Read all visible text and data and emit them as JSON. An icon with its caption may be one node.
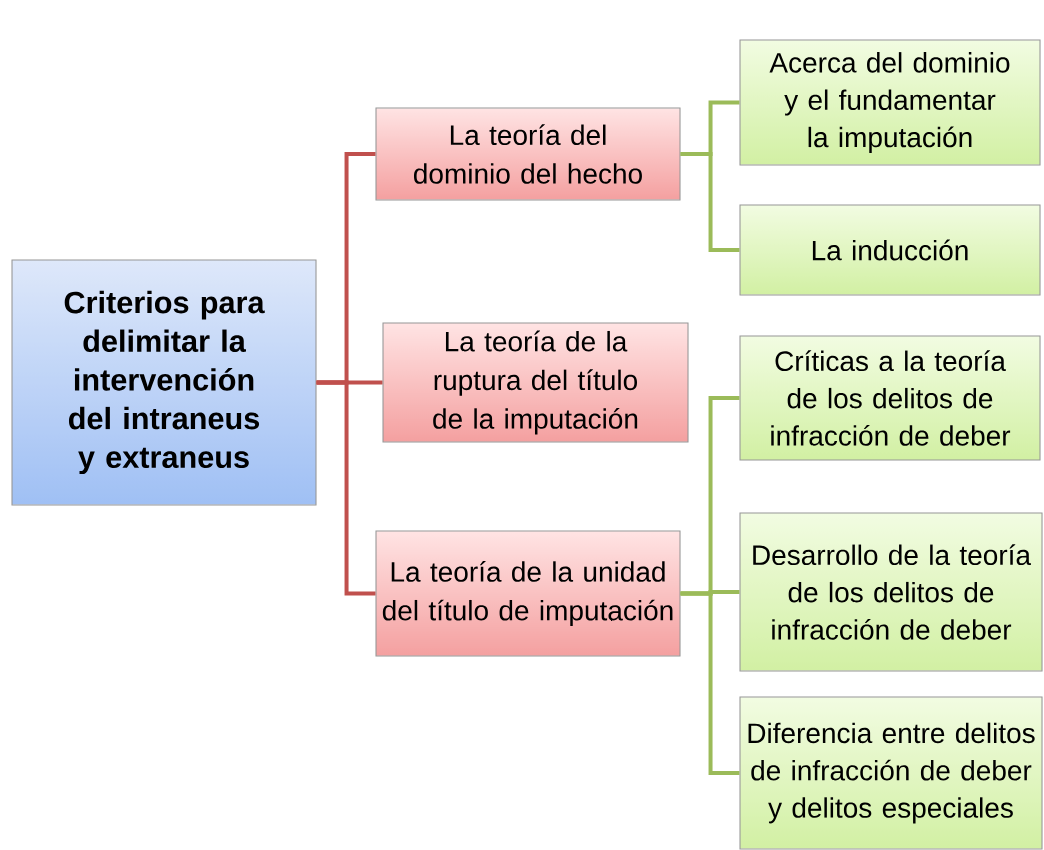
{
  "diagram": {
    "nodes": [
      {
        "text": [
          "Criterios para delimitar la intervención del intraneus y extraneus"
        ]
      },
      {
        "text": [
          "La teoría del dominio del hecho"
        ]
      },
      {
        "text": [
          "La teoría de la ruptura del título de la imputación"
        ]
      },
      {
        "text": [
          "La teoría de la unidad del título de imputación"
        ]
      },
      {
        "text": [
          "Acerca del dominio y el fundamentar la imputación"
        ]
      },
      {
        "text": [
          "La inducción"
        ]
      },
      {
        "text": [
          "Críticas a la teoría de los delitos de infracción de deber"
        ]
      },
      {
        "text": [
          "Desarrollo de la teoría de los delitos de infracción de deber"
        ]
      },
      {
        "text": [
          "Diferencia entre delitos de infracción de deber y delitos especiales"
        ]
      }
    ],
    "edges": [
      {
        "from": 0,
        "to": 1,
        "arrow": "none",
        "color": "#c0504d"
      },
      {
        "from": 0,
        "to": 2,
        "arrow": "none",
        "color": "#c0504d"
      },
      {
        "from": 0,
        "to": 3,
        "arrow": "none",
        "color": "#c0504d"
      },
      {
        "from": 1,
        "to": 4,
        "arrow": "none"
      },
      {
        "from": 1,
        "to": 5,
        "arrow": "none"
      },
      {
        "from": 3,
        "to": 6,
        "arrow": "none"
      },
      {
        "from": 3,
        "to": 7,
        "arrow": "none"
      },
      {
        "from": 3,
        "to": 8,
        "arrow": "none"
      }
    ]
  }
}
